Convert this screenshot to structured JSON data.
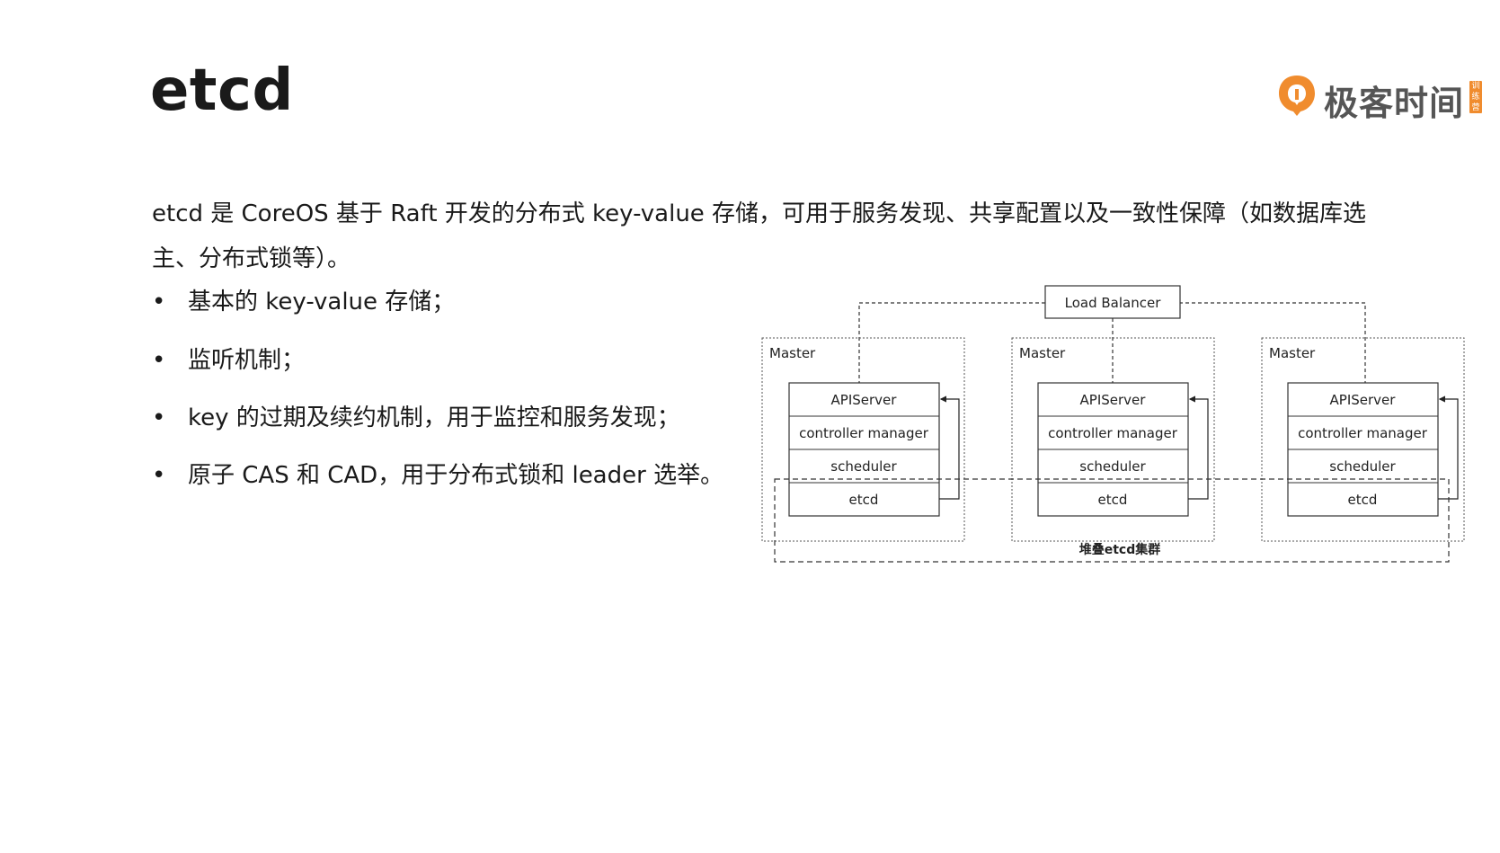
{
  "title": "etcd",
  "intro": "etcd 是 CoreOS 基于 Raft 开发的分布式 key-value 存储，可用于服务发现、共享配置以及一致性保障（如数据库选主、分布式锁等）。",
  "bullets": [
    "基本的 key-value 存储；",
    "监听机制；",
    "key 的过期及续约机制，用于监控和服务发现；",
    "原子 CAS 和 CAD，用于分布式锁和 leader 选举。"
  ],
  "bullet_symbol": "•",
  "logo": {
    "text": "极客时间",
    "badge": "训练营",
    "accent_color": "#f08c2e"
  },
  "diagram": {
    "load_balancer": "Load Balancer",
    "masters": [
      {
        "label": "Master",
        "components": [
          "APIServer",
          "controller manager",
          "scheduler",
          "etcd"
        ]
      },
      {
        "label": "Master",
        "components": [
          "APIServer",
          "controller manager",
          "scheduler",
          "etcd"
        ]
      },
      {
        "label": "Master",
        "components": [
          "APIServer",
          "controller manager",
          "scheduler",
          "etcd"
        ]
      }
    ],
    "cluster_label": "堆叠etcd集群"
  }
}
